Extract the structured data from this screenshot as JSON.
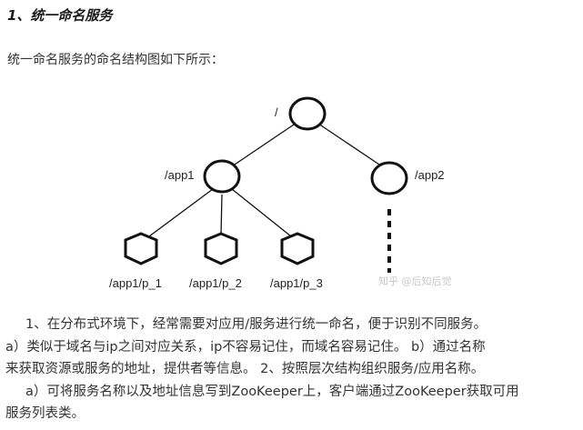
{
  "heading": "1、统一命名服务",
  "intro": "统一命名服务的命名结构图如下所示：",
  "diagram": {
    "root_label": "/",
    "app1_label": "/app1",
    "app2_label": "/app2",
    "p1_label": "/app1/p_1",
    "p2_label": "/app1/p_2",
    "p3_label": "/app1/p_3",
    "watermark": "知乎 @后知后觉"
  },
  "body": {
    "line1": "1、在分布式环境下，经常需要对应用/服务进行统一命名，便于识别不同服务。",
    "line2": "a）类似于域名与ip之间对应关系，ip不容易记住，而域名容易记住。   b）通过名称",
    "line3": "来获取资源或服务的地址，提供者等信息。   2、按照层次结构组织服务/应用名称。",
    "line4": "a）可将服务名称以及地址信息写到ZooKeeper上，客户端通过ZooKeeper获取可用",
    "line5": "服务列表类。"
  }
}
